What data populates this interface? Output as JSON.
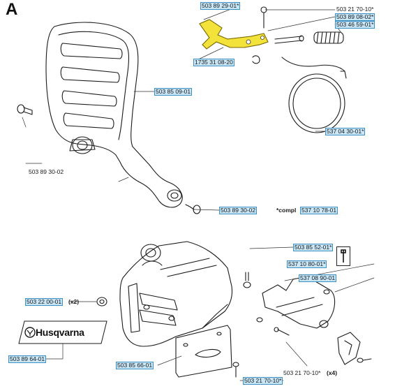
{
  "section": {
    "letter": "A"
  },
  "logo": {
    "text": "Husqvarna"
  },
  "labels": {
    "p_503892901": "503 89 29-01*",
    "p_503217010_top": "503 21 70-10*",
    "p_503890802": "503 89 08-02*",
    "p_503465901": "503 46 59-01*",
    "p_173531082": "1735 31 08-20",
    "p_503850901": "503 85 09-01",
    "p_537043001": "537 04 30-01*",
    "p_503893002_left": "503 89 30-02",
    "p_503893002_right": "503 89 30-02",
    "compl_prefix": "*compl",
    "p_537107801": "537 10 78-01",
    "p_503855201": "503 85 52-01*",
    "p_537108001": "537 10 80-01*",
    "p_537089001": "537 08 90-01",
    "p_503220001": "503 22 00-01",
    "qty_x2": "(x2)",
    "p_503896401": "503 89 64-01",
    "p_503856601": "503 85 66-01",
    "p_503217010_bottom": "503 21 70-10*",
    "qty_x4": "(x4)",
    "p_503217010_bottom2": "503 21 70-10*"
  },
  "colors": {
    "highlight_part": "#f3e23a",
    "label_fill": "#c8e6f6",
    "label_border": "#3b8fc2",
    "line": "#1a1a1a"
  }
}
